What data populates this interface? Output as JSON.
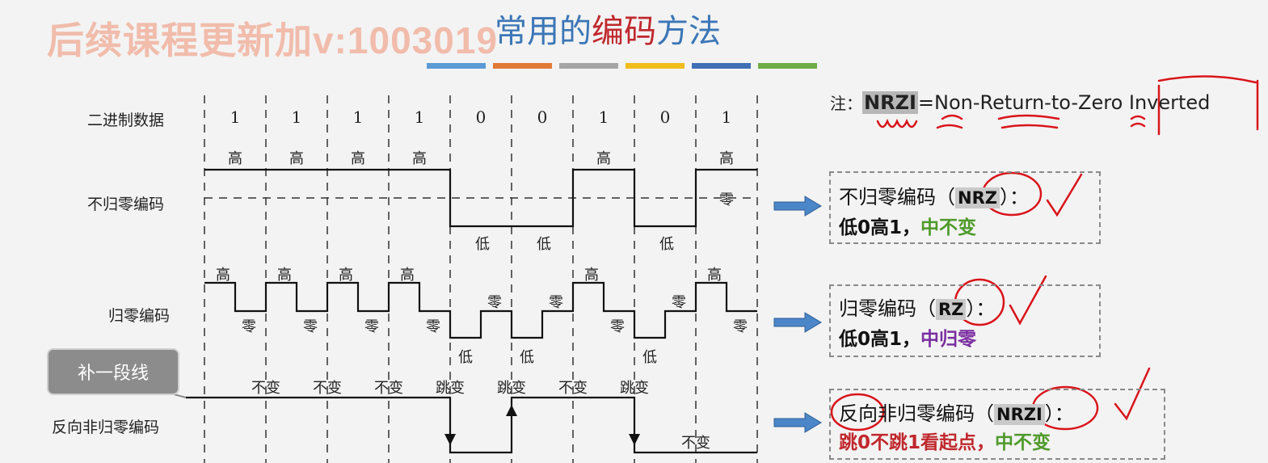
{
  "watermark": "后续课程更新加v:1003019",
  "title": {
    "part1": "常用的",
    "highlight": "编码",
    "part2": "方法"
  },
  "title_bar_colors": [
    "#5b9bd5",
    "#e07a35",
    "#a5a5a5",
    "#f0bd1b",
    "#3f6fb5",
    "#70ad47"
  ],
  "row_labels": {
    "binary": "二进制数据",
    "nrz": "不归零编码",
    "rz": "归零编码",
    "nrzi": "反向非归零编码"
  },
  "bits": [
    "1",
    "1",
    "1",
    "1",
    "0",
    "0",
    "1",
    "0",
    "1"
  ],
  "level_text": {
    "high": "高",
    "low": "低",
    "zero": "零",
    "no_change": "不变",
    "transition": "跳变"
  },
  "nrzi_markers": [
    "不变",
    "不变",
    "不变",
    "跳变",
    "跳变",
    "不变",
    "跳变",
    "不变"
  ],
  "callout": "补一段线",
  "note": {
    "prefix": "注：",
    "abbr": "NRZI",
    "expansion": "=Non-Return-to-Zero Inverted"
  },
  "boxes": [
    {
      "name": "NRZ",
      "title_pre": "不归零编码（",
      "abbr": "NRZ",
      "title_post": "）：",
      "rule_a": "低0高1，",
      "rule_b": "中不变",
      "rule_a_color": "#111111",
      "rule_b_color": "#4f9a2b"
    },
    {
      "name": "RZ",
      "title_pre": "归零编码（",
      "abbr": "RZ",
      "title_post": "）：",
      "rule_a": "低0高1，",
      "rule_b": "中归零",
      "rule_a_color": "#111111",
      "rule_b_color": "#7a2ea0"
    },
    {
      "name": "NRZI",
      "title_pre": "反向非归零编码（",
      "abbr": "NRZI",
      "title_post": "）：",
      "rule_a": "跳0不跳1看起点，",
      "rule_b": "中不变",
      "rule_a_color": "#c0282d",
      "rule_b_color": "#4f9a2b"
    }
  ],
  "colors": {
    "arrow": "#4a86c8",
    "annotation": "#d9141b",
    "signal": "#111111",
    "divider": "#333333"
  }
}
